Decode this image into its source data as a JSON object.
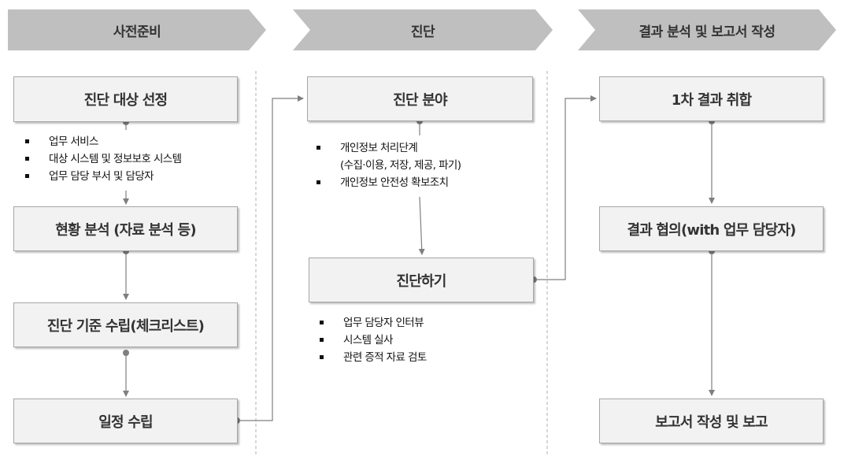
{
  "phases": [
    {
      "label": "사전준비"
    },
    {
      "label": "진단"
    },
    {
      "label": "결과 분석 및 보고서 작성"
    }
  ],
  "prep": {
    "box1": "진단 대상 선정",
    "box2": "현황 분석 (자료 분석 등)",
    "box3": "진단 기준 수립(체크리스트)",
    "box4": "일정 수립",
    "bullets": [
      "업무 서비스",
      "대상 시스템 및 정보보호 시스템",
      "업무 담당 부서 및 담당자"
    ]
  },
  "diagnosis": {
    "box1": "진단 분야",
    "box2": "진단하기",
    "bullets1": [
      "개인정보 처리단계",
      "(수집·이용, 저장, 제공, 파기)",
      "개인정보 안전성 확보조치"
    ],
    "bullets2": [
      "업무 담당자 인터뷰",
      "시스템 실사",
      "관련 증적 자료 검토"
    ]
  },
  "result": {
    "box1": "1차 결과 취합",
    "box2": "결과 협의(with 업무 담당자)",
    "box3": "보고서 작성 및 보고"
  },
  "colors": {
    "phase_fill": "#bfbfbf",
    "box_fill": "#f2f2f2",
    "box_border": "#a6a6a6",
    "connector": "#7f7f7f"
  }
}
